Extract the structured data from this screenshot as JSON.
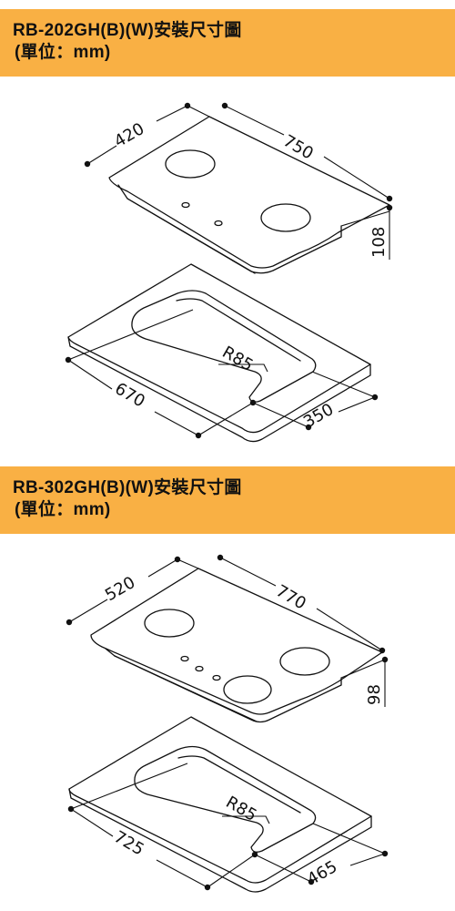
{
  "sections": [
    {
      "title_line1": "RB-202GH(B)(W)安裝尺寸圖",
      "title_line2": "(單位：mm)",
      "hob": {
        "width": "750",
        "depth": "420",
        "height": "108"
      },
      "cutout": {
        "width": "670",
        "depth": "350",
        "radius": "R85"
      }
    },
    {
      "title_line1": "RB-302GH(B)(W)安裝尺寸圖",
      "title_line2": "(單位：mm)",
      "hob": {
        "width": "770",
        "depth": "520",
        "height": "98"
      },
      "cutout": {
        "width": "725",
        "depth": "465",
        "radius": "R85"
      }
    }
  ],
  "colors": {
    "header_band": "#f9b044",
    "line": "#111111"
  }
}
